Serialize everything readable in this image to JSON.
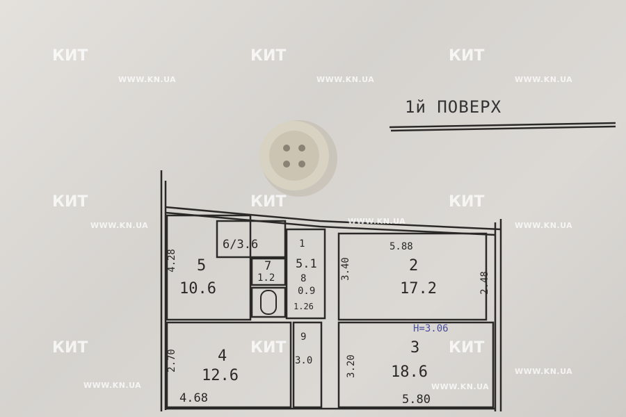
{
  "title": "1й ПОВЕРХ",
  "watermark": {
    "logo": "КИТ",
    "url": "WWW.KN.UA"
  },
  "rooms": [
    {
      "number": "1",
      "area": "5.1"
    },
    {
      "number": "2",
      "area": "17.2"
    },
    {
      "number": "3",
      "area": "18.6"
    },
    {
      "number": "4",
      "area": "12.6"
    },
    {
      "number": "5",
      "area": "10.6"
    },
    {
      "number": "6",
      "area": "3.6",
      "label": "6/3.6"
    },
    {
      "number": "7",
      "area": "1.2"
    },
    {
      "number": "8",
      "area": "0.9"
    },
    {
      "number": "9",
      "area": "3.0"
    }
  ],
  "dimensions": {
    "d1": "4.28",
    "d2": "5.88",
    "d3": "3.40",
    "d4": "2.48",
    "d5": "1.26",
    "d6": "2.70",
    "d7": "4.68",
    "d8": "3.20",
    "d9": "5.80"
  },
  "ceiling_height": "H=3.06"
}
